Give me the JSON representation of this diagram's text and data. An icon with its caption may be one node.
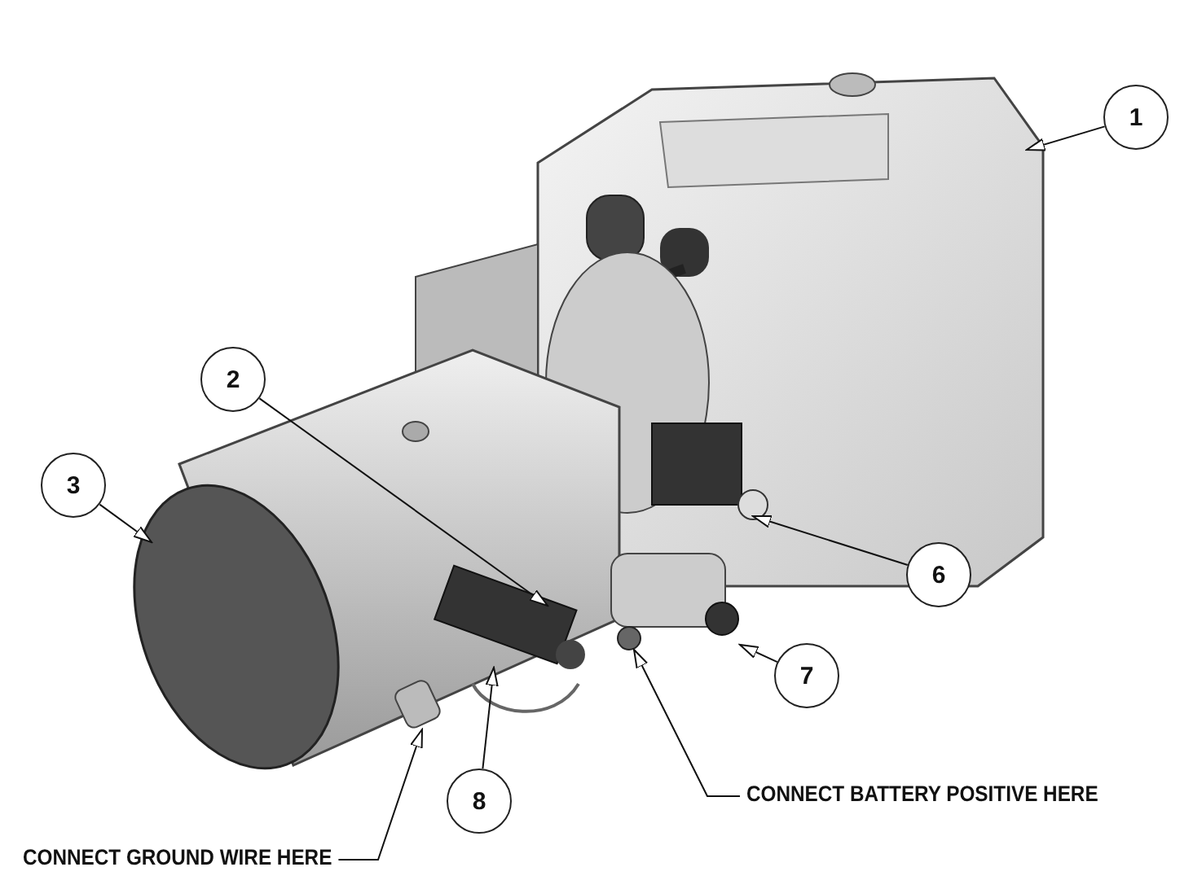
{
  "diagram": {
    "nodes": [
      {
        "text": [
          "1"
        ]
      },
      {
        "text": [
          "2"
        ]
      },
      {
        "text": [
          "3"
        ]
      },
      {
        "text": [
          "6"
        ]
      },
      {
        "text": [
          "7"
        ]
      },
      {
        "text": [
          "8"
        ]
      },
      {
        "text": [
          "CONNECT BATTERY POSITIVE HERE"
        ]
      },
      {
        "text": [
          "CONNECT GROUND WIRE HERE"
        ]
      }
    ],
    "edges": [
      {
        "from": 0,
        "to": null,
        "arrow": "to"
      },
      {
        "from": 1,
        "to": null,
        "arrow": "to"
      },
      {
        "from": 2,
        "to": null,
        "arrow": "to"
      },
      {
        "from": 3,
        "to": null,
        "arrow": "to"
      },
      {
        "from": 4,
        "to": null,
        "arrow": "to"
      },
      {
        "from": 5,
        "to": null,
        "arrow": "to"
      },
      {
        "from": 6,
        "to": null,
        "arrow": "to"
      },
      {
        "from": 7,
        "to": null,
        "arrow": "to"
      }
    ]
  }
}
